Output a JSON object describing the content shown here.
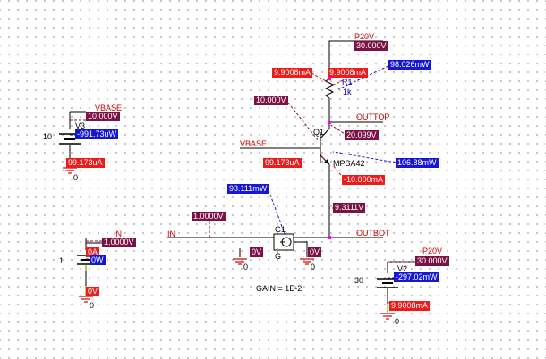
{
  "colors": {
    "voltage": "#7b1144",
    "current": "#ee1b1b",
    "power": "#1616d8",
    "wire": "#000000",
    "net_label": "#d40000",
    "node_marker": "#ff00ff",
    "ground_stub": "#8dbf2e"
  },
  "nets": {
    "p20v_top": "P20V",
    "p20v_bottom": "P20V",
    "vbase_source": "VBASE",
    "vbase_base": "VBASE",
    "in_source": "IN",
    "in_wire": "IN",
    "outtop": "OUTTOP",
    "outbot": "OUTBOT"
  },
  "components": {
    "r1_name": "R1",
    "r1_value": "1k",
    "q1_name": "Q1",
    "q1_model": "MPSA42",
    "v3_name": "V3",
    "v3_value": "10",
    "v1_value": "1",
    "v2_name": "V2",
    "v2_value": "30",
    "g1_name": "G1",
    "g1_pin": "G",
    "gain": "GAIN = 1E-2",
    "ground": "0"
  },
  "readings": {
    "p20v_voltage": "30.000V",
    "r1_power": "98.026mW",
    "r1_current_left": "9.9008mA",
    "r1_current_right": "9.9008mA",
    "base_voltage": "10.000V",
    "outtop_voltage": "20.099V",
    "base_current": "99.173uA",
    "q1_power": "106.88mW",
    "emitter_current": "-10.000mA",
    "g1_power": "93.111mW",
    "in_wire_voltage": "1.0000V",
    "outbot_voltage": "9.3111V",
    "g1_left_voltage": "0V",
    "g1_right_voltage": "0V",
    "v3_voltage": "10.000V",
    "v3_power": "-991.73uW",
    "v3_current": "99.173uA",
    "v1_voltage": "1.0000V",
    "v1_current": "0A",
    "v1_power": "0W",
    "v1_bottom_voltage": "0V",
    "v2_voltage": "30.000V",
    "v2_power": "-297.02mW",
    "v2_current": "9.9008mA"
  }
}
